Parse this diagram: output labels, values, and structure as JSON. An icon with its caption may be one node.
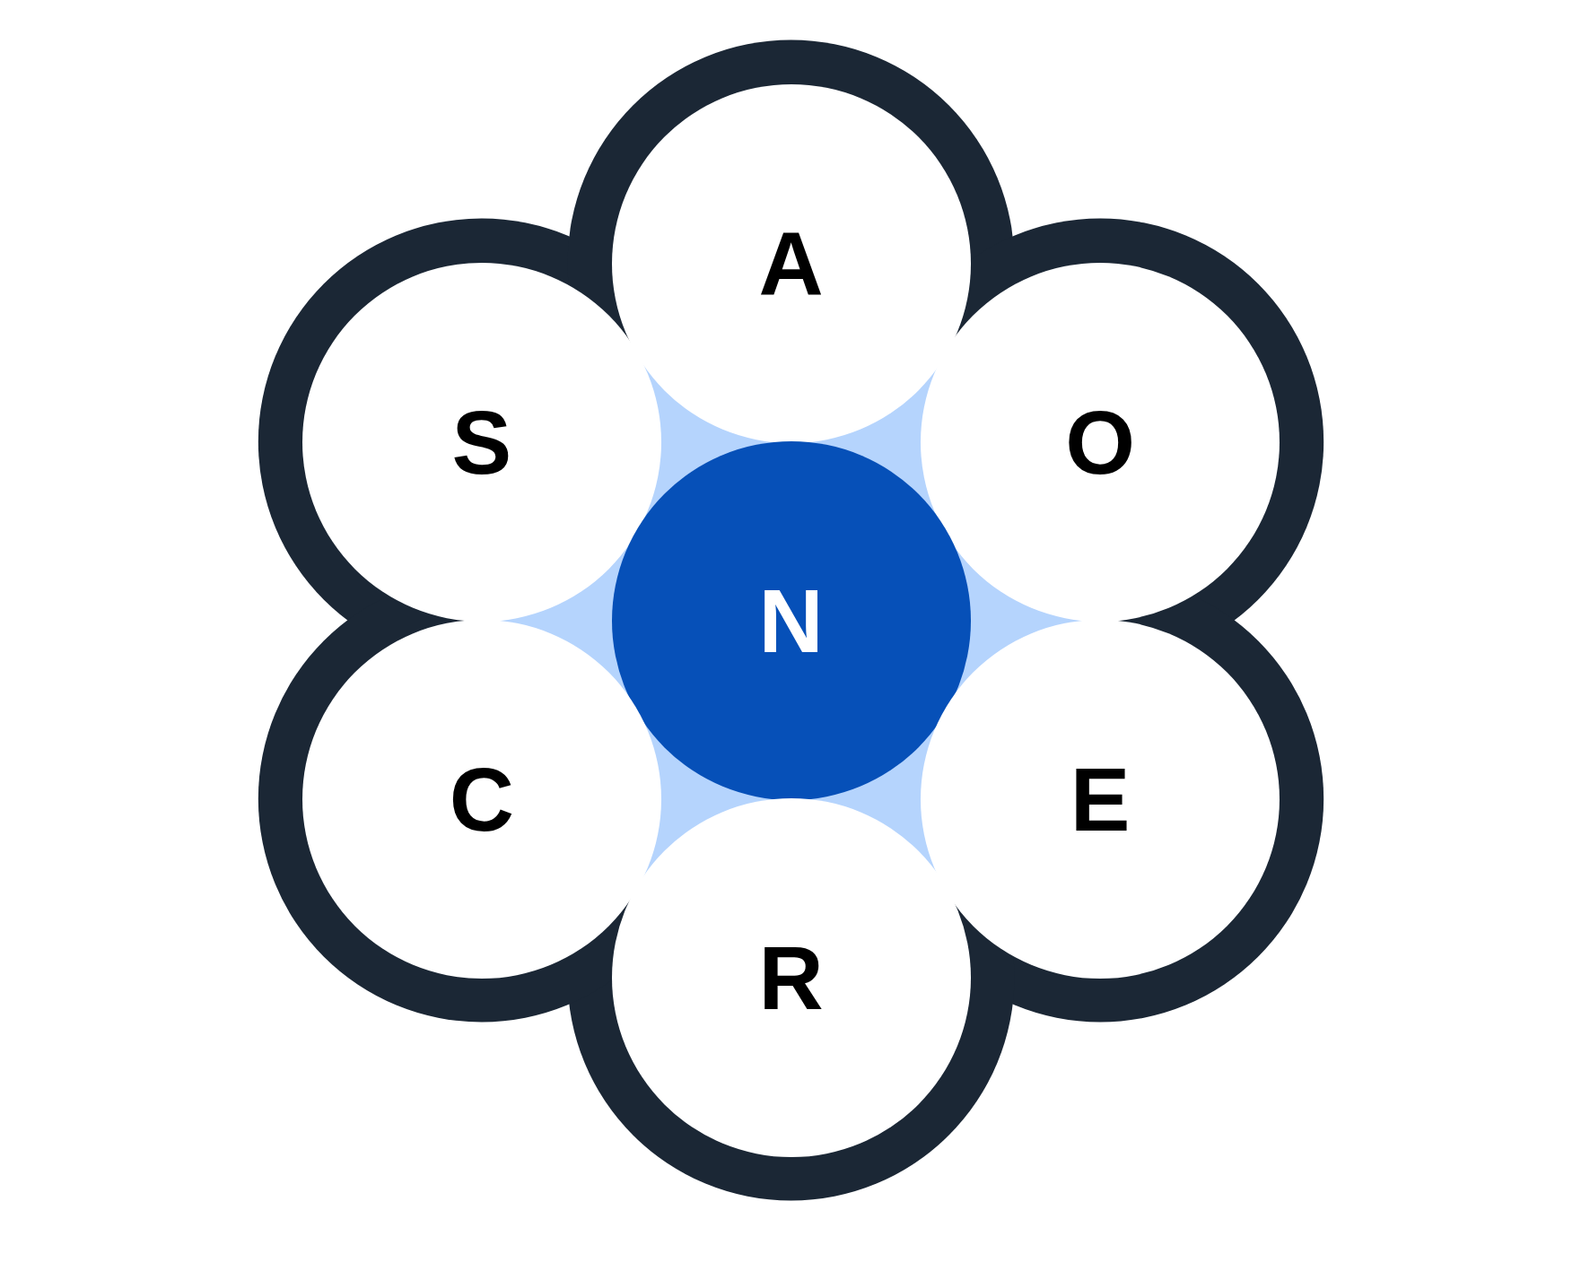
{
  "diagram": {
    "nodes": [
      {
        "text": [
          "A"
        ]
      },
      {
        "text": [
          "S"
        ]
      },
      {
        "text": [
          "O"
        ]
      },
      {
        "text": [
          "N"
        ]
      },
      {
        "text": [
          "C"
        ]
      },
      {
        "text": [
          "E"
        ]
      },
      {
        "text": [
          "R"
        ]
      }
    ]
  }
}
